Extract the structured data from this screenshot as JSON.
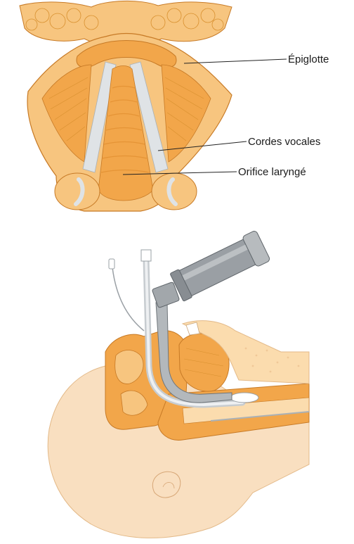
{
  "labels": {
    "epiglotte": "Épiglotte",
    "cordes_vocales": "Cordes vocales",
    "orifice_larynge": "Orifice laryngé"
  },
  "colors": {
    "tissue_orange": "#f2a64a",
    "tissue_light": "#f7c57f",
    "tissue_pale": "#fbdcae",
    "skin": "#f9dfc0",
    "cartilage": "#dfe3e6",
    "metal": "#9a9fa4",
    "outline": "#c77a26",
    "leader_line": "#222222"
  }
}
